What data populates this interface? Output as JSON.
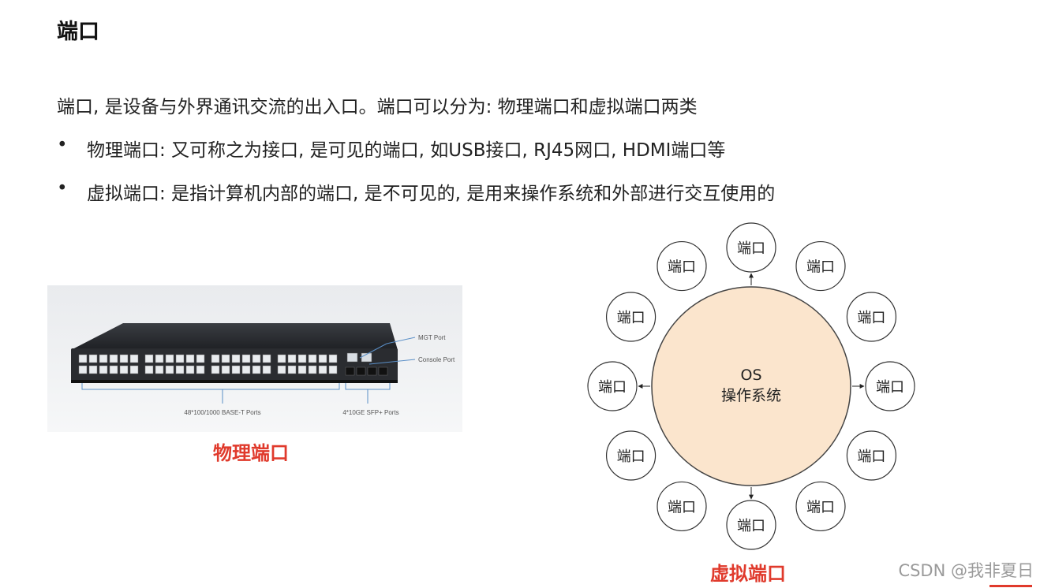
{
  "title": "端口",
  "intro": "端口, 是设备与外界通讯交流的出入口。端口可以分为: 物理端口和虚拟端口两类",
  "bullets": [
    "物理端口: 又可称之为接口, 是可见的端口, 如USB接口, RJ45网口, HDMI端口等",
    "虚拟端口: 是指计算机内部的端口, 是不可见的, 是用来操作系统和外部进行交互使用的"
  ],
  "bullet_symbol": "•",
  "switch_image": {
    "labels": {
      "mgt_port": "MGT Port",
      "console_port": "Console Port",
      "base_t_ports": "48*100/1000 BASE-T Ports",
      "sfp_ports": "4*10GE SFP+ Ports"
    }
  },
  "physical_caption": "物理端口",
  "diagram": {
    "center_line1": "OS",
    "center_line2": "操作系统",
    "port_label": "端口",
    "port_count": 12
  },
  "virtual_caption": "虚拟端口",
  "watermark": "CSDN @我非夏日",
  "colors": {
    "accent_red": "#e03a2c",
    "os_circle_fill": "#fbe5cd",
    "os_circle_stroke": "#444444"
  }
}
